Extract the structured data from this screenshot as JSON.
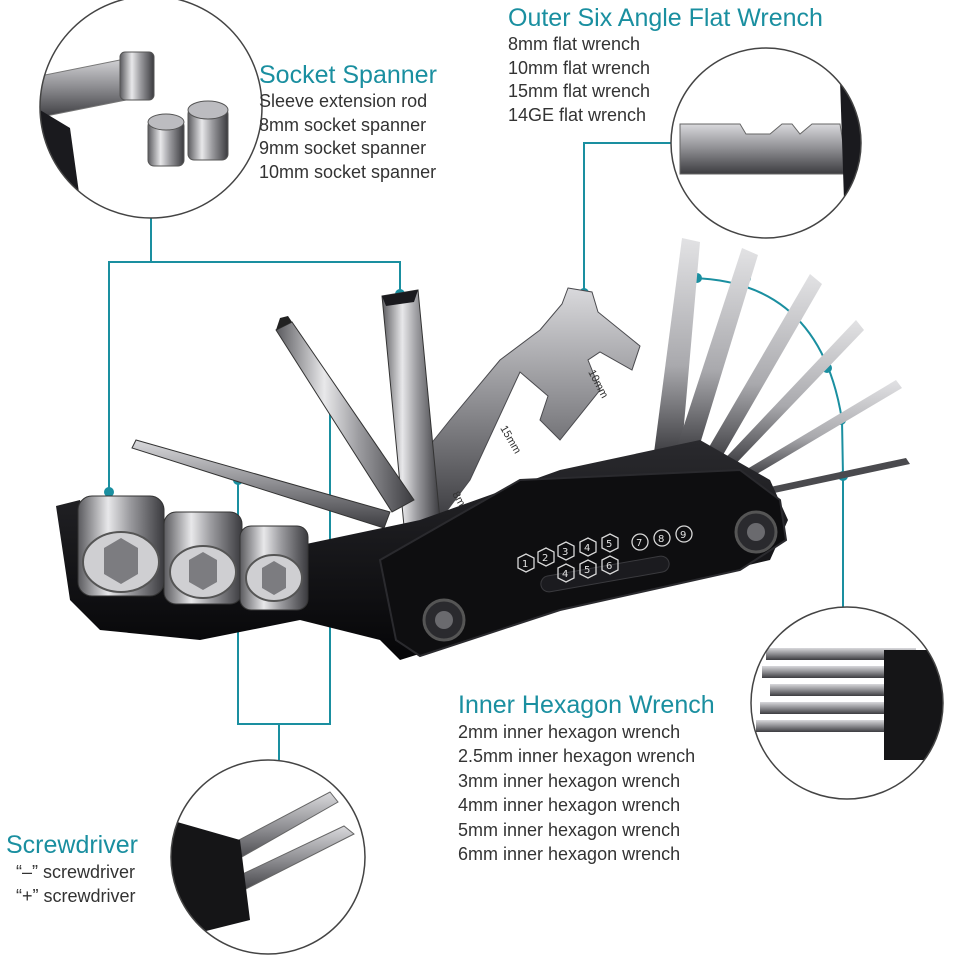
{
  "sections": {
    "socket_spanner": {
      "heading": "Socket Spanner",
      "items": [
        "Sleeve extension rod",
        "8mm socket spanner",
        "9mm socket spanner",
        "10mm socket spanner"
      ]
    },
    "flat_wrench": {
      "heading": "Outer Six Angle Flat Wrench",
      "items": [
        "8mm flat wrench",
        "10mm flat wrench",
        "15mm flat wrench",
        "14GE flat wrench"
      ]
    },
    "hex_wrench": {
      "heading": "Inner Hexagon Wrench",
      "items": [
        "2mm inner hexagon wrench",
        "2.5mm inner hexagon wrench",
        "3mm inner hexagon wrench",
        "4mm inner hexagon wrench",
        "5mm inner hexagon wrench",
        "6mm inner hexagon wrench"
      ]
    },
    "screwdriver": {
      "heading": "Screwdriver",
      "items": [
        "“–” screwdriver",
        "“+” screwdriver"
      ]
    }
  },
  "tool_numbers": [
    "1",
    "2",
    "3",
    "4",
    "5",
    "4",
    "5",
    "6",
    "7",
    "8",
    "9"
  ],
  "wrench_marks": [
    "10mm",
    "15mm",
    "8mm"
  ],
  "colors": {
    "accent": "#1a8fa0",
    "text": "#333333",
    "body": "#0e0e10"
  }
}
